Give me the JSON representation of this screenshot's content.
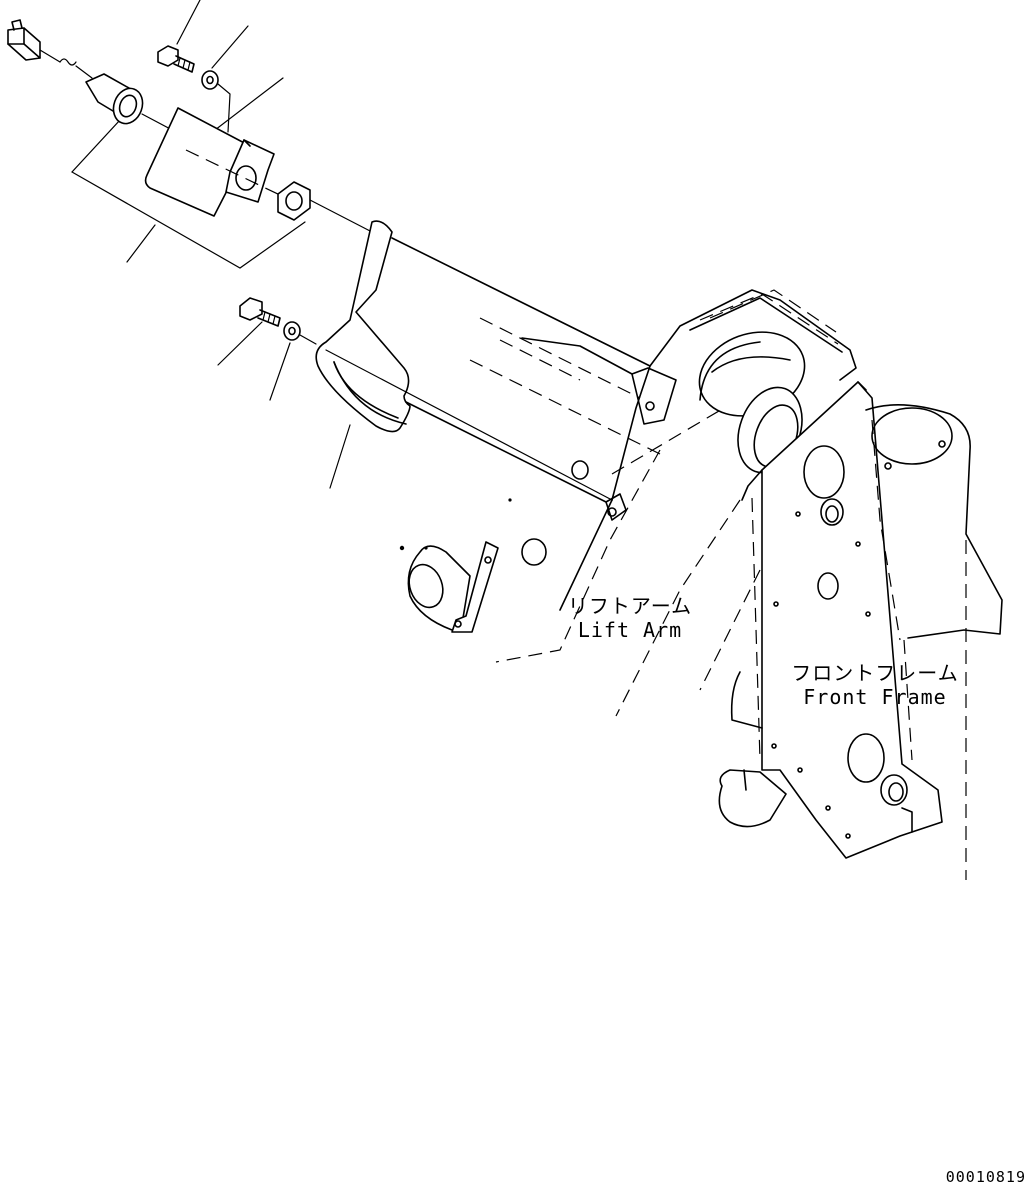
{
  "labels": {
    "lift_arm_jp": "リフトアーム",
    "lift_arm_en": "Lift Arm",
    "front_frame_jp": "フロントフレーム",
    "front_frame_en": "Front Frame"
  },
  "drawing_number": "00010819",
  "colors": {
    "line": "#000000",
    "background": "#ffffff"
  }
}
